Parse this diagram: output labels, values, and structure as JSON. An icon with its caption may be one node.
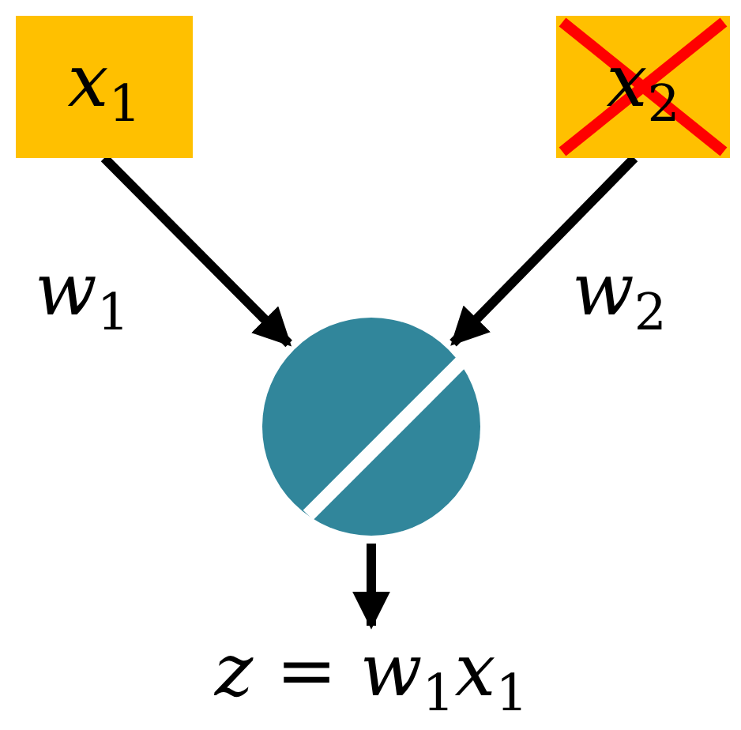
{
  "diagram": {
    "nodes": [
      {
        "text": [
          "*x*$_{1}$"
        ]
      },
      {
        "text": [
          "*x*$_{2}$"
        ]
      },
      {
        "text": [],
        "shape": "circle"
      },
      {
        "text": [
          "*z* = *w*$_{1}$*x*$_{1}$"
        ]
      }
    ],
    "edges": [
      {
        "from": 0,
        "to": 2,
        "arrow": "to",
        "label": "*w*$_{1}$"
      },
      {
        "from": 1,
        "to": 2,
        "arrow": "to",
        "label": "*w*$_{2}$"
      },
      {
        "from": 2,
        "to": 3,
        "arrow": "to"
      }
    ]
  }
}
